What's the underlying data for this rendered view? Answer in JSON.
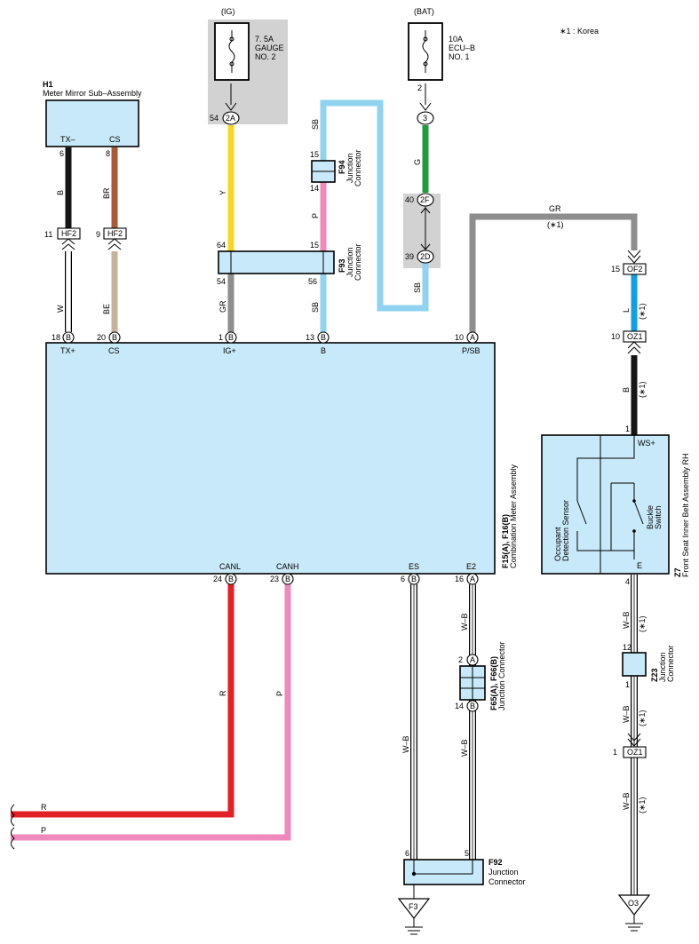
{
  "note": "∗1 : Korea",
  "fuses": {
    "ig": {
      "source": "(IG)",
      "rating": "7. 5A",
      "name1": "GAUGE",
      "name2": "NO. 2"
    },
    "bat": {
      "source": "(BAT)",
      "rating": "10A",
      "name1": "ECU–B",
      "name2": "NO. 1"
    }
  },
  "components": {
    "h1": {
      "id": "H1",
      "name": "Meter Mirror Sub–Assembly",
      "pin_txm": "TX–",
      "pin_cs": "CS"
    },
    "meter": {
      "id": "F15(A), F16(B)",
      "name": "Combination Meter Assembly",
      "pins": {
        "txp": "TX+",
        "cs": "CS",
        "ig": "IG+",
        "b": "B",
        "psb": "P/SB",
        "canl": "CANL",
        "canh": "CANH",
        "es": "ES",
        "e2": "E2"
      }
    },
    "f94": {
      "id": "F94",
      "name1": "Junction",
      "name2": "Connector"
    },
    "f93": {
      "id": "F93",
      "name1": "Junction",
      "name2": "Connector"
    },
    "f65": {
      "id": "F65(A), F66(B)",
      "name": "Junction Connector"
    },
    "f92": {
      "id": "F92",
      "name1": "Junction",
      "name2": "Connector"
    },
    "z7": {
      "id": "Z7",
      "name": "Front Seat Inner Belt Assembly RH",
      "pin_ws": "WS+",
      "pin_e": "E",
      "sensor1": "Occupant",
      "sensor2": "Detection Sensor",
      "switch1": "Buckle",
      "switch2": "Switch"
    },
    "z23": {
      "id": "Z23",
      "name1": "Junction",
      "name2": "Connector"
    }
  },
  "connectors": {
    "c2A": "2A",
    "c3": "3",
    "c2F": "2F",
    "c2D": "2D",
    "hf2": "HF2",
    "of2": "OF2",
    "oz1": "OZ1",
    "A": "A",
    "B": "B"
  },
  "pins": {
    "p54a": "54",
    "p2": "2",
    "p15a": "15",
    "p14": "14",
    "p40": "40",
    "p39": "39",
    "p11": "11",
    "p9": "9",
    "p6a": "6",
    "p8": "8",
    "p64": "64",
    "p15b": "15",
    "p54b": "54",
    "p56": "56",
    "p15c": "15",
    "p10a": "10",
    "p18": "18",
    "p20": "20",
    "p1a": "1",
    "p13": "13",
    "p10b": "10",
    "p1b": "1",
    "p24": "24",
    "p23": "23",
    "p6b": "6",
    "p16": "16",
    "p2b": "2",
    "p14b": "14",
    "p4": "4",
    "p12": "12",
    "p1c": "1",
    "p1d": "1",
    "p6c": "6",
    "p5": "5"
  },
  "wires": {
    "B": "B",
    "BR": "BR",
    "W": "W",
    "BE": "BE",
    "Y": "Y",
    "GR": "GR",
    "SB": "SB",
    "P": "P",
    "G": "G",
    "L": "L",
    "R": "R",
    "WB": "W–B",
    "star1": "(∗1)"
  },
  "grounds": {
    "f3": "F3",
    "o3": "O3"
  },
  "colors": {
    "black": "#151515",
    "brown": "#a95a37",
    "white_wire": "#ffffff",
    "beige": "#c7b29b",
    "yellow": "#f7d71e",
    "gray": "#8e8e8e",
    "skyblue": "#8fd3f1",
    "pink": "#f089bb",
    "green": "#1f9a3e",
    "blue": "#119fe0",
    "red": "#e22127",
    "box": "#c8e9f9",
    "shade": "#d2d2d2"
  }
}
